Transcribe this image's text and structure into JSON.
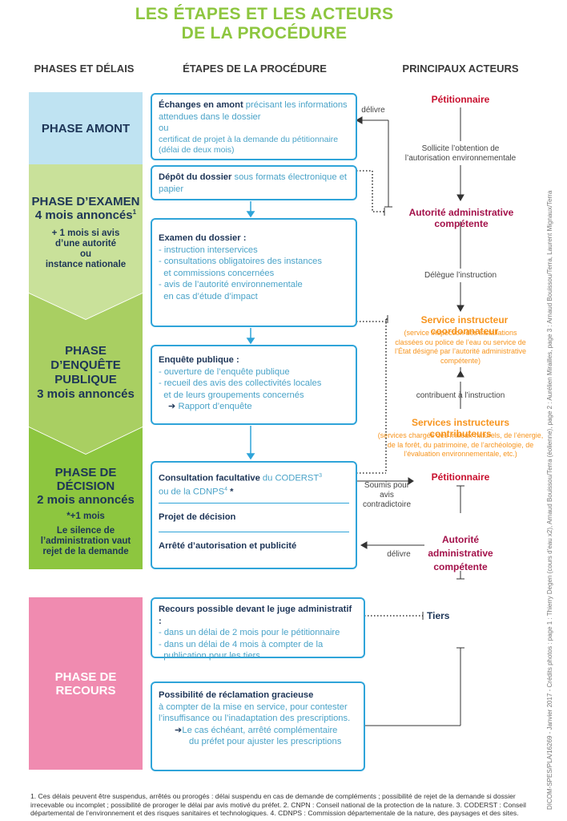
{
  "title": {
    "line1": "LES ÉTAPES ET LES ACTEURS",
    "line2": "DE LA PROCÉDURE"
  },
  "columns": {
    "phases": "PHASES ET DÉLAIS",
    "etapes": "ÉTAPES DE LA PROCÉDURE",
    "acteurs": "PRINCIPAUX ACTEURS"
  },
  "colors": {
    "amont": "#bfe3f2",
    "examen": "#c9e19a",
    "enquete": "#a9cf62",
    "decision": "#8dc63f",
    "recours": "#f08bb0",
    "accent": "#2fa4d9"
  },
  "phases": {
    "amont": {
      "label": "PHASE AMONT"
    },
    "examen": {
      "label": "PHASE D’EXAMEN",
      "delay": "4 mois annoncés",
      "sup": "1",
      "extra1": "+ 1 mois si avis",
      "extra2": "d’une autorité",
      "extra3": "ou",
      "extra4": "instance nationale"
    },
    "enquete": {
      "line1": "PHASE D’ENQUÊTE",
      "line2": "PUBLIQUE",
      "delay": "3 mois annoncés"
    },
    "decision": {
      "label": "PHASE DE DÉCISION",
      "delay": "2 mois annoncés",
      "extra1": "*+1 mois",
      "extra2": "Le silence de",
      "extra3": "l’administration vaut",
      "extra4": "rejet de la demande"
    },
    "recours": {
      "label": "PHASE DE RECOURS"
    }
  },
  "steps": {
    "echanges": {
      "bold": "Échanges en amont",
      "text1": " précisant les informations attendues dans le dossier",
      "or": "ou",
      "text2": "certificat de projet à la demande du pétitionnaire (délai de deux mois)"
    },
    "depot": {
      "bold": "Dépôt du dossier",
      "text": " sous formats électronique et papier"
    },
    "examen": {
      "heading": "Examen du dossier :",
      "items": [
        "- instruction interservices",
        "- consultations obligatoires des instances",
        "  et commissions concernées",
        "- avis de l’autorité environnementale",
        "  en cas d’étude d’impact"
      ]
    },
    "enquete": {
      "heading": "Enquête publique :",
      "items": [
        "- ouverture de l’enquête publique",
        "- recueil des avis des collectivités locales",
        "  et de leurs groupements concernés"
      ],
      "result": "Rapport d’enquête"
    },
    "decision": {
      "bold1": "Consultation facultative",
      "text1": " du CODERST",
      "sup1": "3",
      "text1b": "ou de la CDNPS",
      "sup2": "4",
      "star": " *",
      "projet": "Projet de décision",
      "arrete": "Arrêté d’autorisation et publicité"
    },
    "recours": {
      "heading": "Recours possible devant le juge administratif :",
      "items": [
        "- dans un délai de 2 mois pour le pétitionnaire",
        "- dans un délai de 4 mois à compter de la",
        "  publication pour les tiers"
      ]
    },
    "gracieuse": {
      "bold": "Possibilité de réclamation gracieuse",
      "text": "à compter de la mise en service, pour contester l’insuffisance ou l’inadaptation des prescriptions.",
      "result1": "Le cas échéant, arrêté complémentaire",
      "result2": "du préfet pour ajuster les prescriptions"
    }
  },
  "actors": {
    "petitionnaire1": "Pétitionnaire",
    "delivre1": "délivre",
    "sollicite": "Sollicite l’obtention de l’autorisation environnementale",
    "autorite1": "Autorité administrative compétente",
    "delegue": "Délègue l’instruction",
    "service_coord": "Service instructeur coordonnateur",
    "service_coord_desc": "(service inspection des installations classées ou police de l’eau ou service de l’État désigné par l’autorité administrative compétente)",
    "contribuent": "contribuent à l’instruction",
    "services_contrib": "Services instructeurs contributeurs",
    "services_contrib_desc": "(services chargés des milieux naturels, de l’énergie, de la forêt, du patrimoine, de l’archéologie, de l’évaluation environnementale, etc.)",
    "soumis": "Soumis pour avis contradictoire",
    "petitionnaire2": "Pétitionnaire",
    "autorite2_l1": "Autorité",
    "autorite2_l2": "administrative",
    "autorite2_l3": "compétente",
    "delivre2": "délivre",
    "tiers": "Tiers"
  },
  "footnote": "1. Ces délais peuvent être suspendus, arrêtés ou prorogés : délai suspendu en cas de demande de compléments ; possibilité de rejet de la demande si dossier irrecevable ou incomplet ; possibilité de proroger le délai par avis motivé du préfet. 2. CNPN : Conseil national de la protection de la nature. 3. CODERST : Conseil départemental de l’environnement et des risques sanitaires et technologiques. 4. CDNPS : Commission départementale de la nature, des paysages et des sites.",
  "credits": "DICOM-SPES/PLA/16269 - Janvier 2017 - Crédits photos : page 1 : Thierry Degen (cours d’eau x2), Arnaud Bouissou/Terra (éolienne), page 2 : Aurélien Mirailles, page 3 : Arnaud Bouissou/Terra, Laurent Mignaux/Terra"
}
